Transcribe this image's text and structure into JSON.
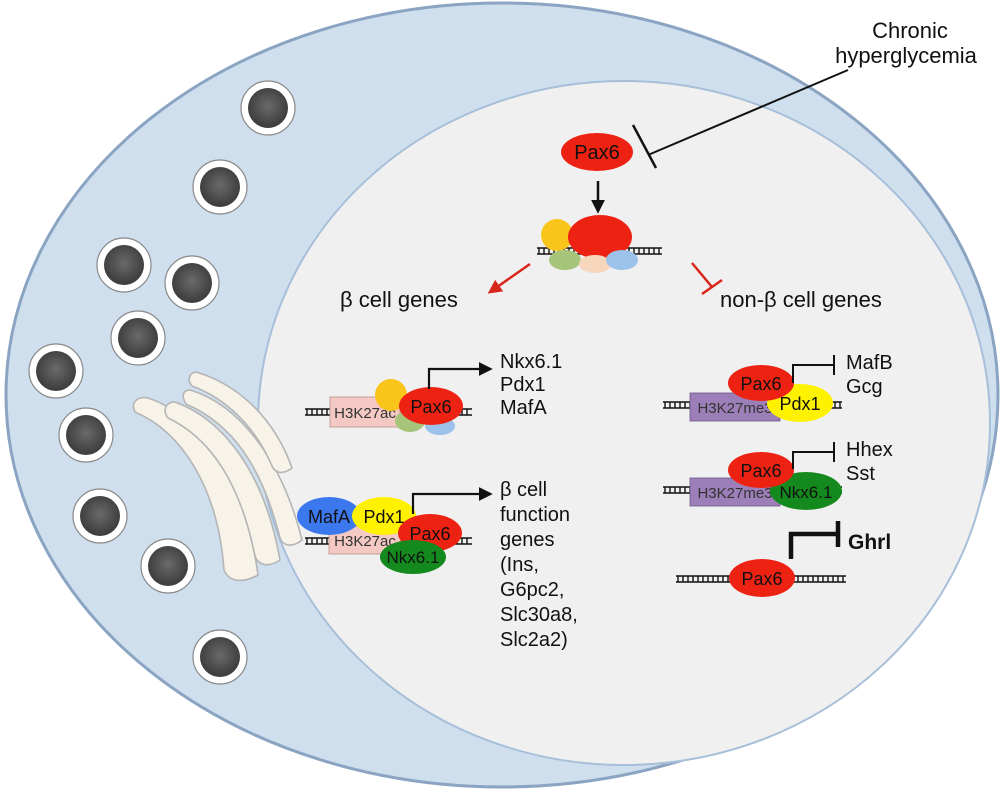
{
  "stimulus": {
    "line1": "Chronic",
    "line2": "hyperglycemia"
  },
  "proteins": {
    "pax6": "Pax6",
    "mafa": "MafA",
    "pdx1": "Pdx1",
    "nkx61": "Nkx6.1"
  },
  "histone_marks": {
    "active": "H3K27ac",
    "repressive": "H3K27me3"
  },
  "branches": {
    "activated": "β cell genes",
    "repressed": "non-β cell genes"
  },
  "activated_targets": {
    "group1": {
      "lines": [
        "Nkx6.1",
        "Pdx1",
        "MafA"
      ]
    },
    "group2": {
      "lines": [
        "β cell",
        "function",
        "genes",
        "(Ins,",
        "G6pc2,",
        "Slc30a8,",
        "Slc2a2)"
      ]
    }
  },
  "repressed_targets": {
    "group1": {
      "lines": [
        "MafB",
        "Gcg"
      ]
    },
    "group2": {
      "lines": [
        "Hhex",
        "Sst"
      ]
    },
    "group3": {
      "label": "Ghrl"
    }
  },
  "colors": {
    "cell_fill": "#cfdfee",
    "cell_stroke": "#8aa4c2",
    "nucleus_fill": "#f0f0f0",
    "nucleus_stroke": "#a7bfd9",
    "pax6": "#ee2212",
    "pdx1": "#fff200",
    "nkx61": "#148a1e",
    "mafa": "#3b78ee",
    "yellow_factor": "#f9c51b",
    "green_factor": "#a6c47a",
    "peach_factor": "#f6d6bd",
    "blue_factor": "#9cc1ea",
    "h3k27ac": "#f4c9c3",
    "h3k27me3": "#9c7fb8",
    "granule_core": "#5a5a5a",
    "activation_arrow": "#d8261b"
  }
}
